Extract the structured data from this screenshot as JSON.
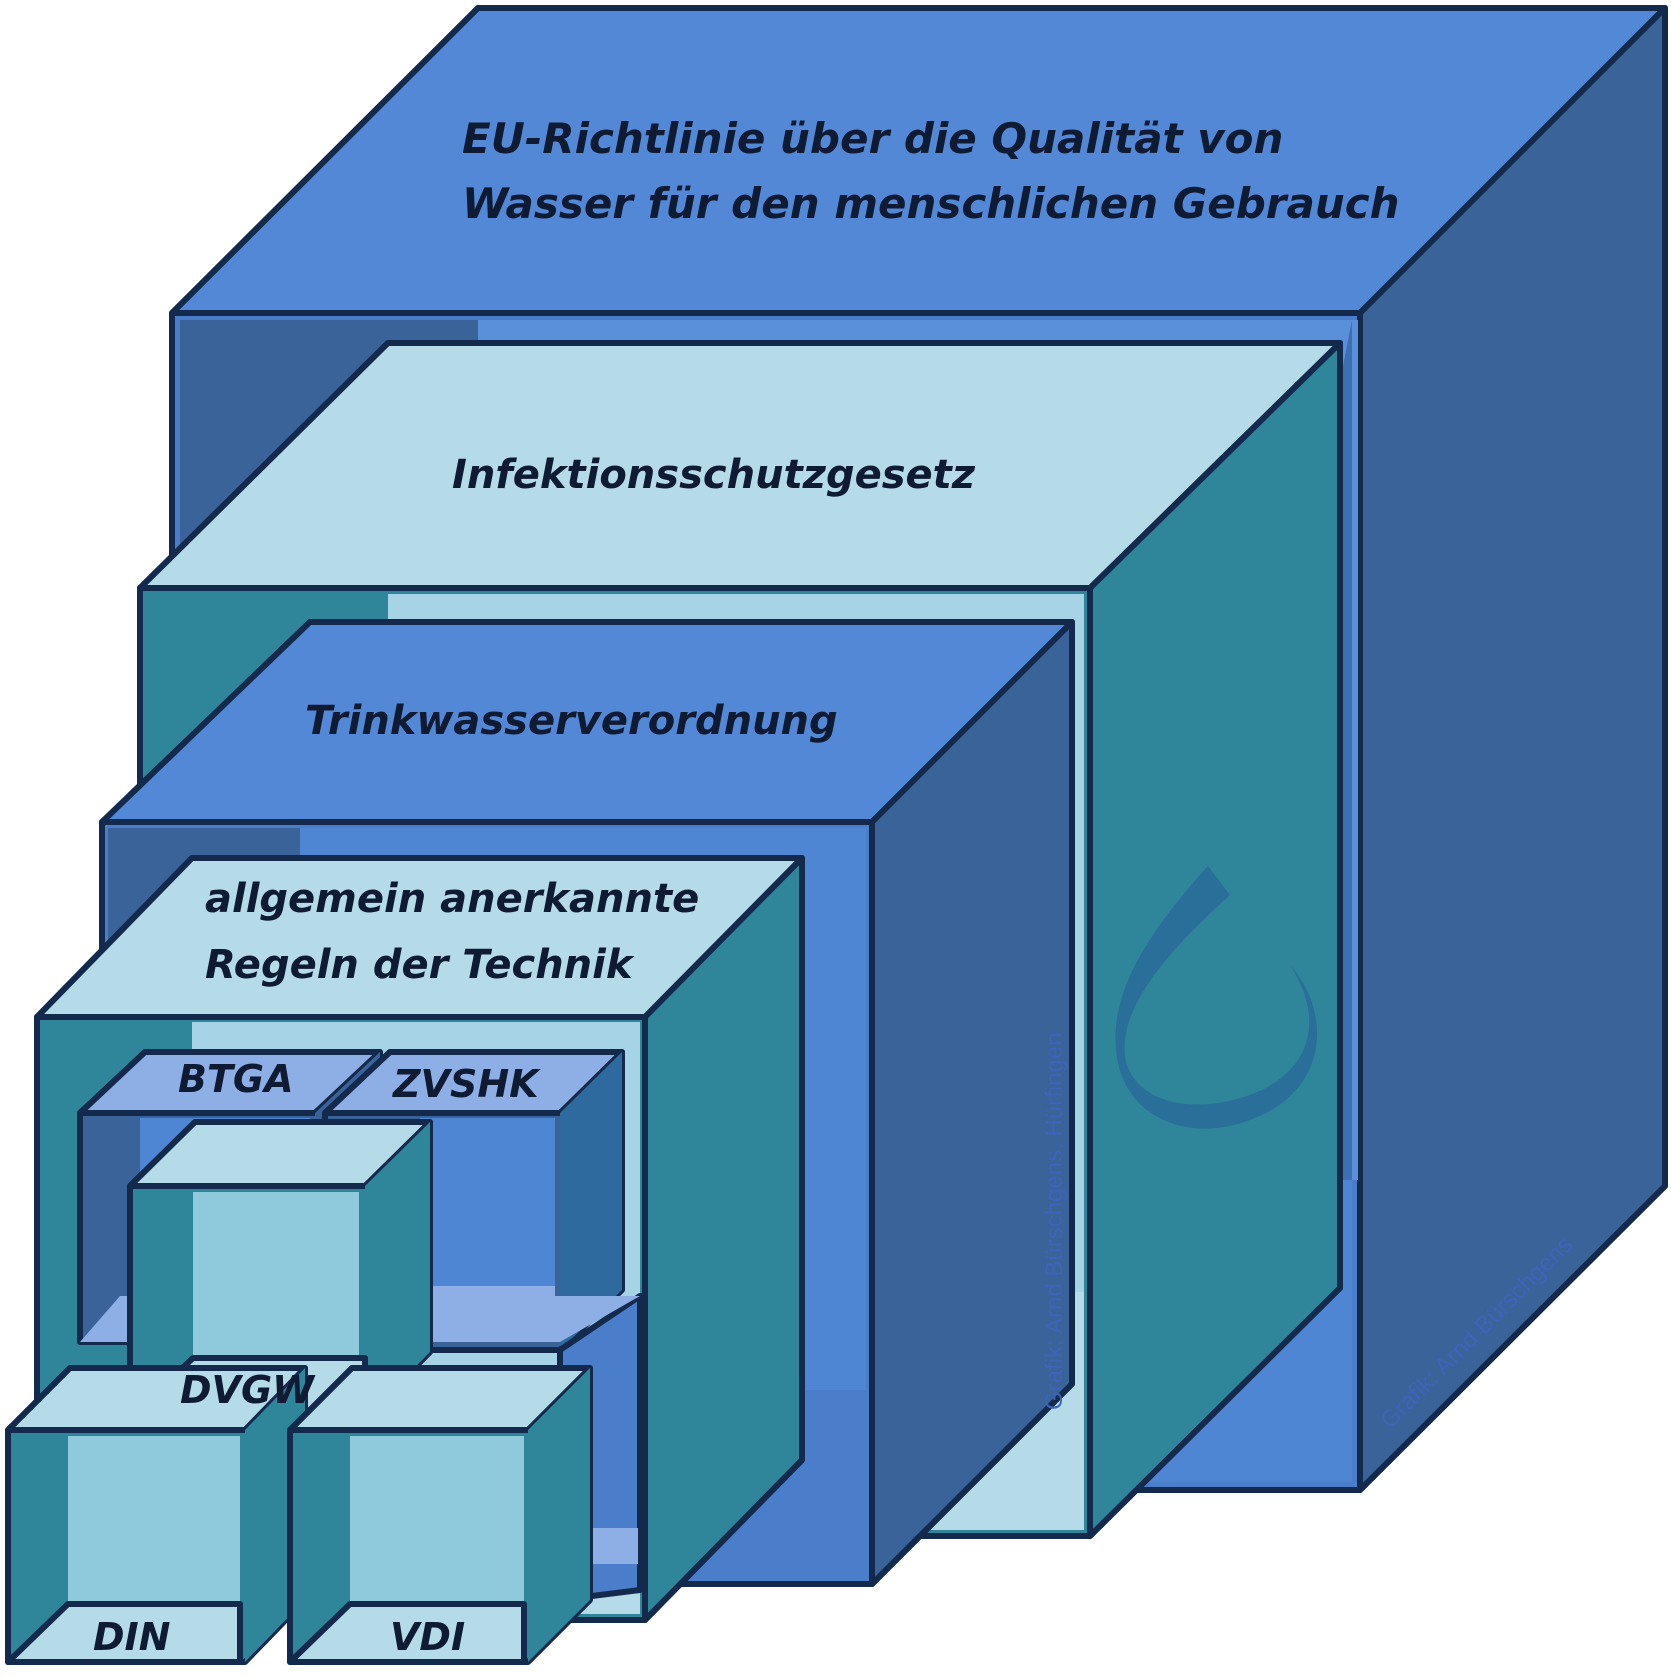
{
  "diagram": {
    "levels": [
      {
        "id": "eu",
        "lines": [
          "EU-Richtlinie über die Qualität von",
          "Wasser für den menschlichen Gebrauch"
        ]
      },
      {
        "id": "ifsg",
        "lines": [
          "Infektionsschutzgesetz"
        ]
      },
      {
        "id": "twv",
        "lines": [
          "Trinkwasserverordnung"
        ]
      },
      {
        "id": "aart",
        "lines": [
          "allgemein anerkannte",
          "Regeln der Technik"
        ]
      }
    ],
    "bodies": [
      "BTGA",
      "ZVSHK",
      "DVGW",
      "DIN",
      "VDI"
    ],
    "watermarks": [
      "Grafik: Arnd Bürschgens, Hürfingen",
      "Grafik: Arnd Bürschgens"
    ]
  },
  "colors": {
    "blue_top": "#5288d6",
    "blue_front": "#4a7ecb",
    "blue_side": "#3a6399",
    "blue_inner": "#5b8ed8",
    "teal_top": "#b5dbe8",
    "teal_front": "#2f8599",
    "teal_inner": "#a6d3e6",
    "teal_side": "#2f8599",
    "periwinkle": "#8eaee6",
    "drop": "#2a6f9a",
    "outline": "#142a4d"
  },
  "icons": [
    "water-drop-icon"
  ]
}
